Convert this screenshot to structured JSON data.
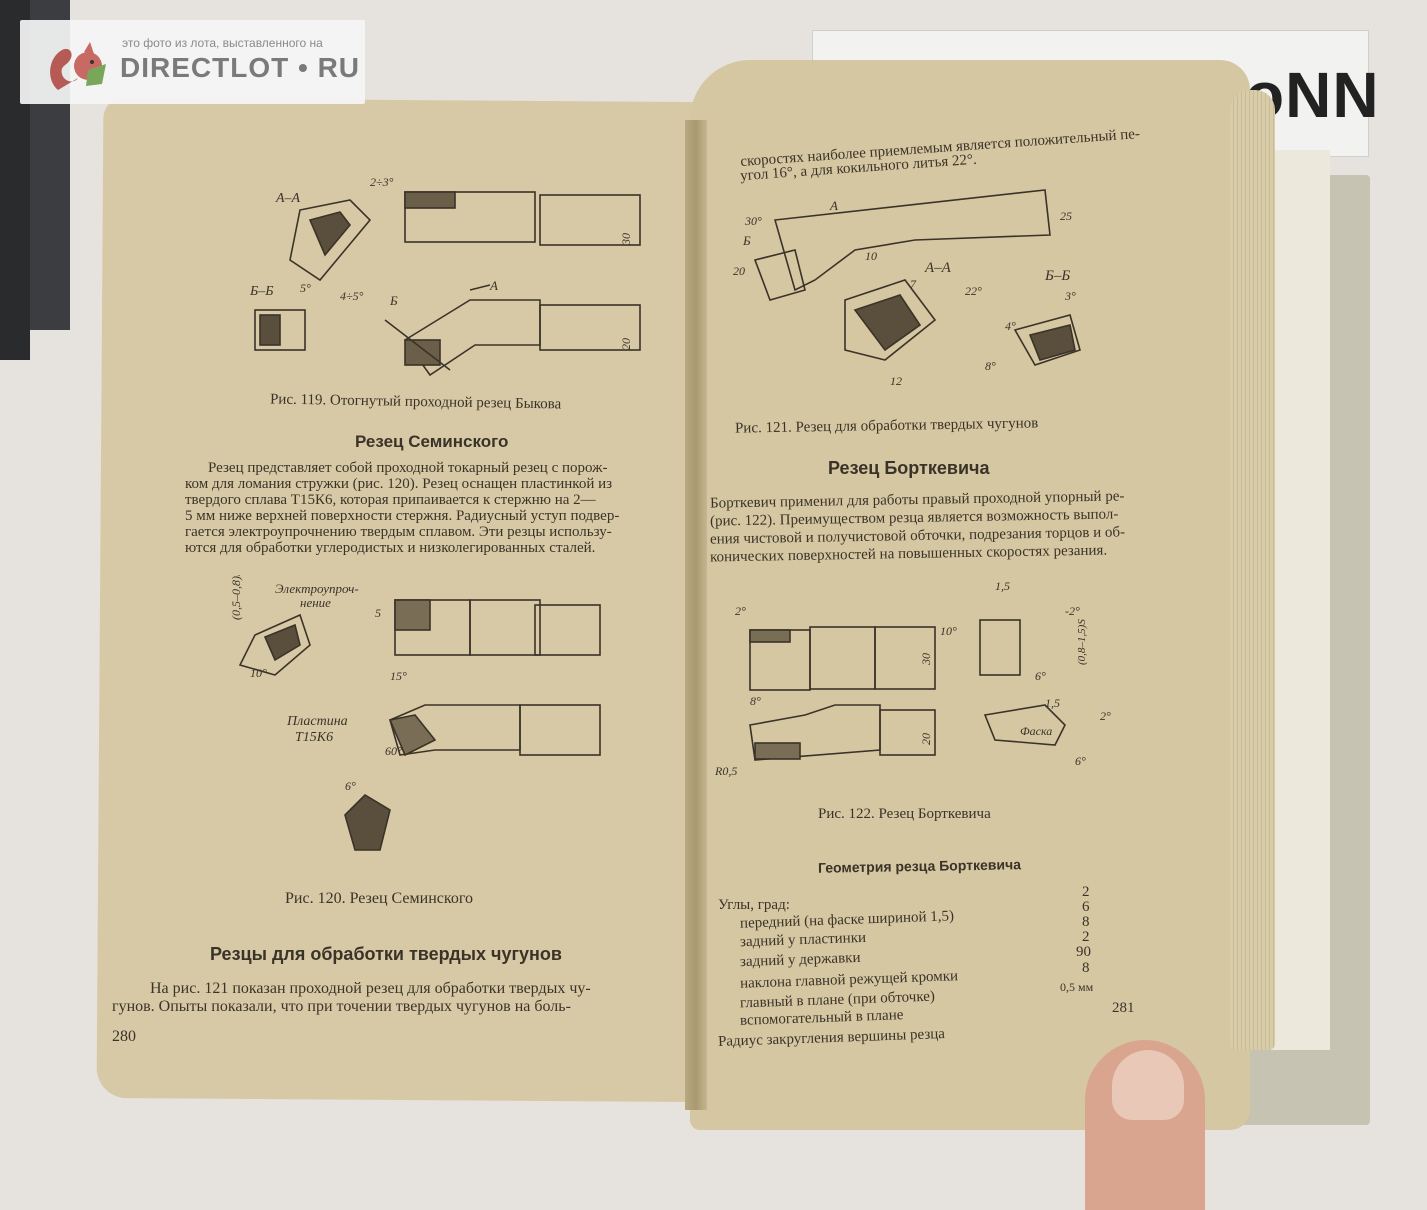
{
  "watermark": {
    "small_text": "это фото из лота, выставленного на",
    "brand": "DIRECTLOT • RU"
  },
  "label_card": {
    "text": "oNN"
  },
  "left_page": {
    "fig119_caption": "Рис. 119. Отогнутый проходной резец Быкова",
    "fig119_labels": [
      "А–А",
      "Б–Б",
      "2÷3°",
      "4÷5°",
      "5°",
      "A",
      "Б",
      "30",
      "20"
    ],
    "section1_title": "Резец Семинского",
    "section1_body": [
      "Резец представляет собой проходной токарный резец с порож-",
      "ком для ломания стружки (рис. 120). Резец оснащен пластинкой из",
      "твердого сплава Т15К6, которая припаивается к стержню на 2—",
      "5 мм ниже верхней поверхности стержня. Радиусный уступ подвер-",
      "гается электроупрочнению твердым сплавом. Эти резцы использу-",
      "ются для обработки углеродистых и низколегированных сталей."
    ],
    "fig120_labels": [
      "Электроупроч-",
      "нение",
      "(0,5–0,8)S",
      "Пластина",
      "Т15К6",
      "10°",
      "15°",
      "60°",
      "6°",
      "5"
    ],
    "fig120_caption": "Рис. 120. Резец Семинского",
    "section2_title": "Резцы для обработки твердых чугунов",
    "section2_body": [
      "На рис. 121 показан проходной резец для обработки твердых чу-",
      "гунов. Опыты показали, что при точении твердых чугунов на боль-"
    ],
    "page_number": "280"
  },
  "right_page": {
    "top_text": [
      "скоростях наиболее приемлемым является положительный пе-",
      "угол 16°, а для кокильного литья 22°."
    ],
    "fig121_labels": [
      "А–А",
      "Б–Б",
      "30°",
      "20",
      "25",
      "10",
      "7",
      "22°",
      "3°",
      "4°",
      "8°",
      "12",
      "A",
      "Б"
    ],
    "fig121_caption": "Рис. 121. Резец для обработки твердых чугунов",
    "section_title": "Резец Борткевича",
    "section_body": [
      "Борткевич применил для работы правый проходной упорный ре-",
      "(рис. 122). Преимуществом резца является возможность выпол-",
      "ения чистовой и получистовой обточки, подрезания торцов и об-",
      "конических поверхностей на повышенных скоростях резания."
    ],
    "fig122_labels": [
      "2°",
      "1,5",
      "-2°",
      "10°",
      "30",
      "6°",
      "(0,8–1,5)S",
      "8°",
      "1,5",
      "2°",
      "Фаска",
      "6°",
      "20",
      "R0,5"
    ],
    "fig122_caption": "Рис. 122. Резец Борткевича",
    "geometry_title": "Геометрия резца Борткевича",
    "geometry_heading": "Углы, град:",
    "geometry_rows": [
      {
        "label": "передний (на фаске шириной 1,5)",
        "value": "2"
      },
      {
        "label": "задний у пластинки",
        "value": "6"
      },
      {
        "label": "задний у державки",
        "value": "8"
      },
      {
        "label": "наклона главной режущей кромки",
        "value": "2"
      },
      {
        "label": "главный в плане (при обточке)",
        "value": "90"
      },
      {
        "label": "вспомогательный в плане",
        "value": "8"
      },
      {
        "label": "Радиус закругления вершины резца",
        "value": "0,5 мм"
      }
    ],
    "page_number": "281"
  }
}
